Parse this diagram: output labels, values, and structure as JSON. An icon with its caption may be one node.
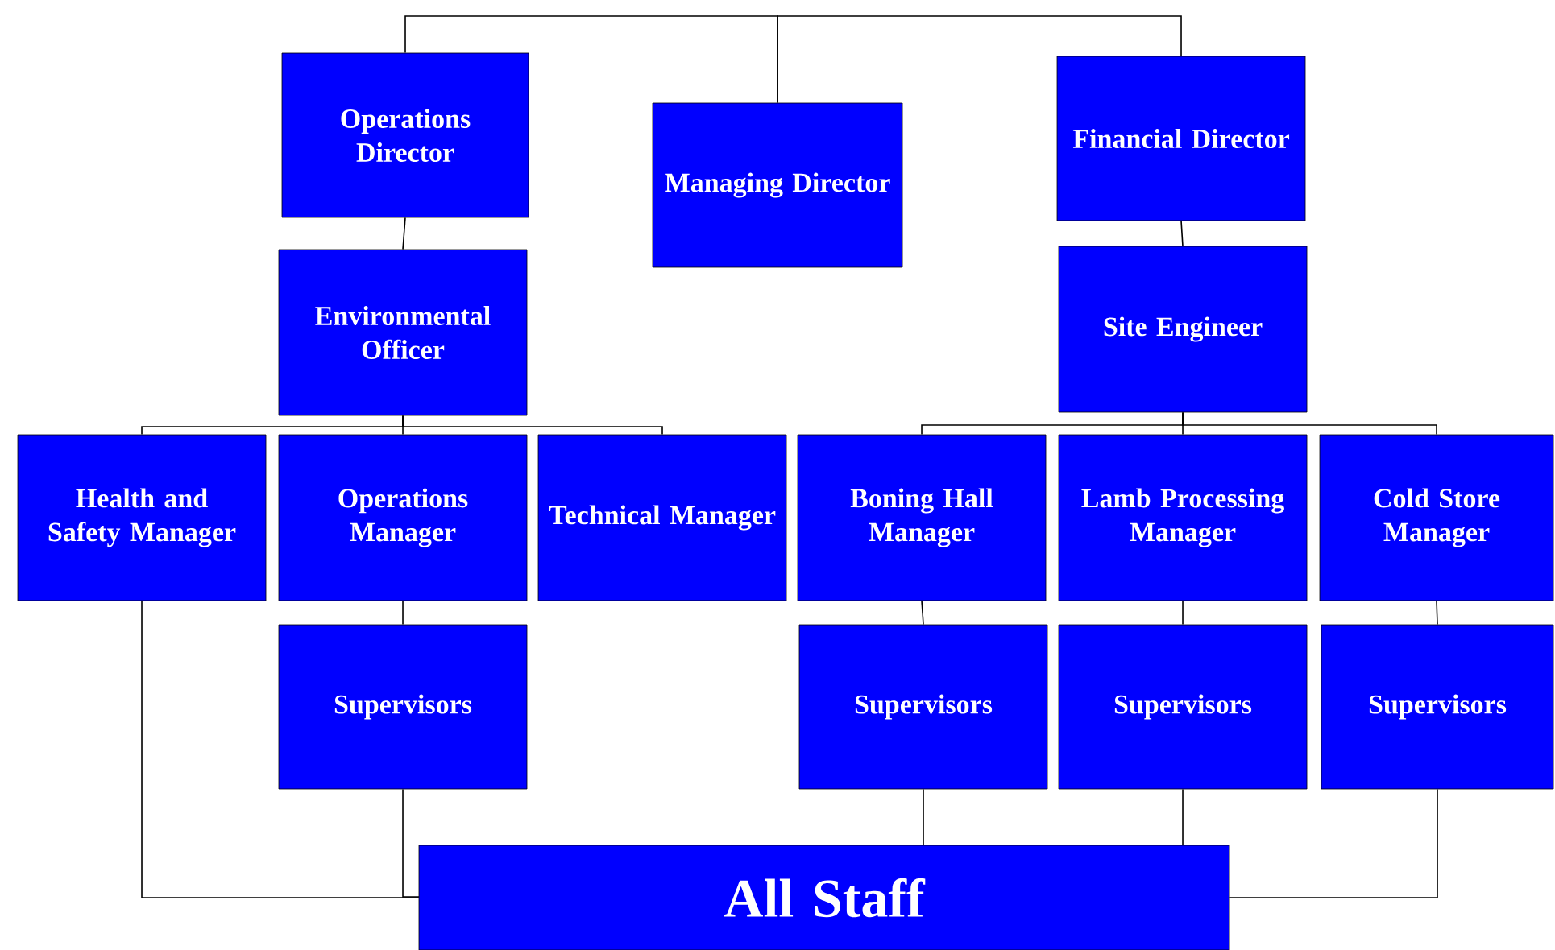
{
  "diagram": {
    "nodes": [
      {
        "text": [
          "Operations Director"
        ]
      },
      {
        "text": [
          "Managing Director"
        ]
      },
      {
        "text": [
          "Financial Director"
        ]
      },
      {
        "text": [
          "Environmental Officer"
        ]
      },
      {
        "text": [
          "Site Engineer"
        ]
      },
      {
        "text": [
          "Health and Safety Manager"
        ]
      },
      {
        "text": [
          "Operations Manager"
        ]
      },
      {
        "text": [
          "Technical Manager"
        ]
      },
      {
        "text": [
          "Boning Hall Manager"
        ]
      },
      {
        "text": [
          "Lamb Processing Manager"
        ]
      },
      {
        "text": [
          "Cold Store Manager"
        ]
      },
      {
        "text": [
          "Supervisors"
        ]
      },
      {
        "text": [
          "Supervisors"
        ]
      },
      {
        "text": [
          "Supervisors"
        ]
      },
      {
        "text": [
          "Supervisors"
        ]
      },
      {
        "text": [
          "All Staff"
        ]
      }
    ],
    "edges": [
      {
        "from": 1,
        "to": 0,
        "arrow": "none"
      },
      {
        "from": 1,
        "to": 2,
        "arrow": "none"
      },
      {
        "from": 0,
        "to": 3,
        "arrow": "none"
      },
      {
        "from": 2,
        "to": 4,
        "arrow": "none"
      },
      {
        "from": 3,
        "to": 5,
        "arrow": "none"
      },
      {
        "from": 3,
        "to": 6,
        "arrow": "none"
      },
      {
        "from": 3,
        "to": 7,
        "arrow": "none"
      },
      {
        "from": 4,
        "to": 8,
        "arrow": "none"
      },
      {
        "from": 4,
        "to": 9,
        "arrow": "none"
      },
      {
        "from": 4,
        "to": 10,
        "arrow": "none"
      },
      {
        "from": 6,
        "to": 11,
        "arrow": "none"
      },
      {
        "from": 8,
        "to": 12,
        "arrow": "none"
      },
      {
        "from": 9,
        "to": 13,
        "arrow": "none"
      },
      {
        "from": 10,
        "to": 14,
        "arrow": "none"
      },
      {
        "from": 5,
        "to": 15,
        "arrow": "none"
      },
      {
        "from": 11,
        "to": 15,
        "arrow": "none"
      },
      {
        "from": 12,
        "to": 15,
        "arrow": "none"
      },
      {
        "from": 13,
        "to": 15,
        "arrow": "none"
      },
      {
        "from": 14,
        "to": 15,
        "arrow": "none"
      }
    ]
  }
}
